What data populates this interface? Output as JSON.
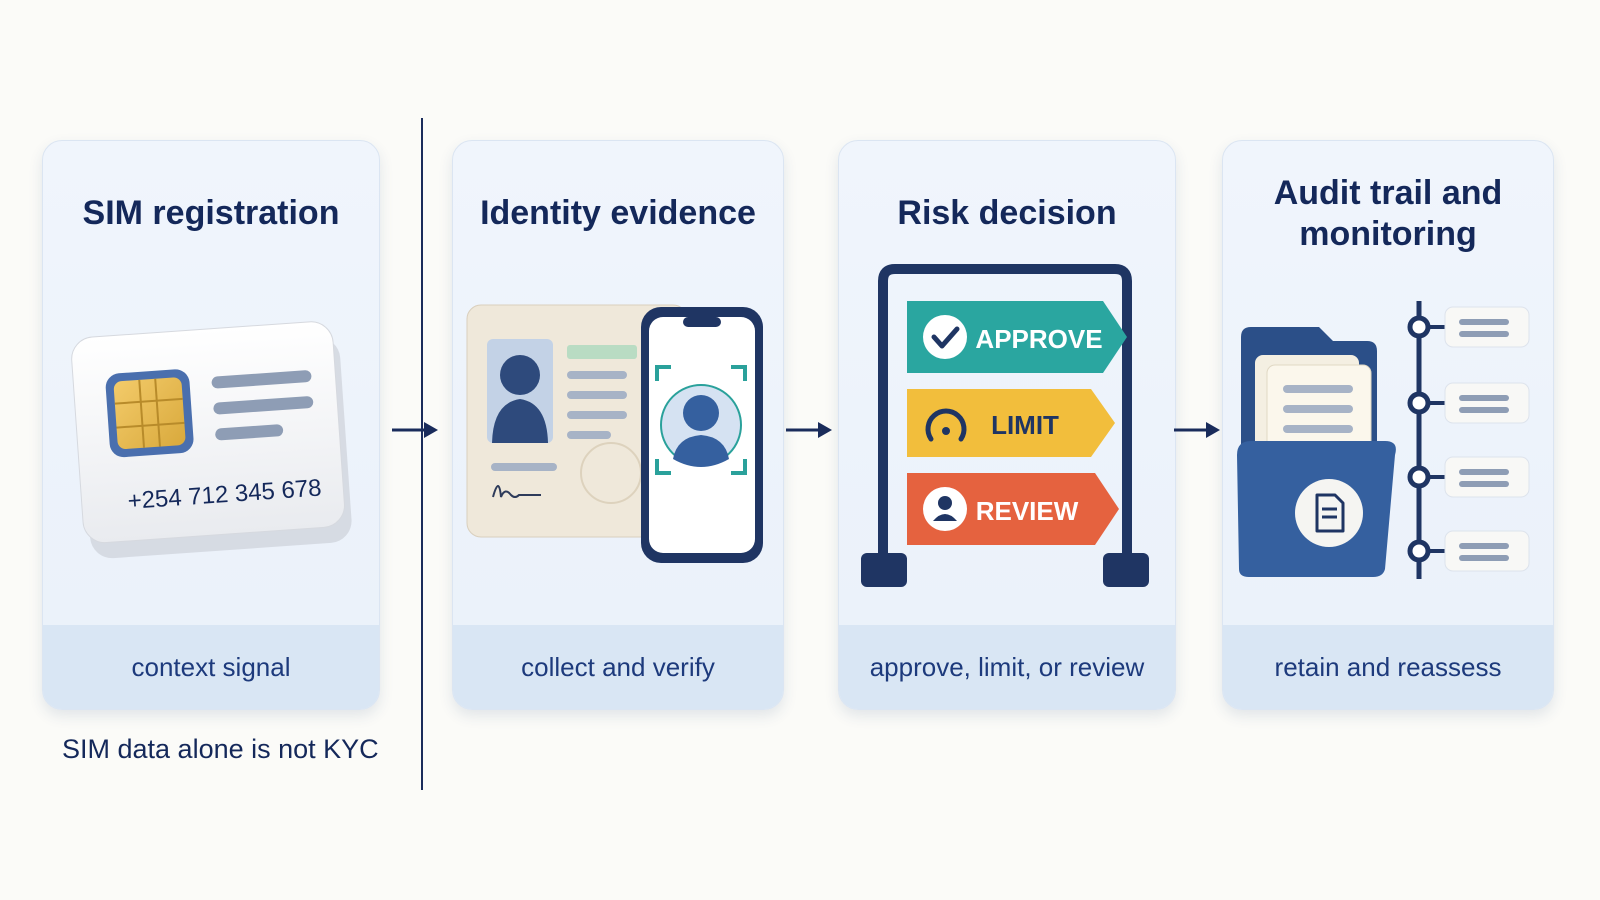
{
  "steps": [
    {
      "title": "SIM registration",
      "footer": "context signal",
      "phone": "+254 712 345 678"
    },
    {
      "title": "Identity evidence",
      "footer": "collect and verify"
    },
    {
      "title": "Risk decision",
      "footer": "approve, limit, or review",
      "options": [
        "APPROVE",
        "LIMIT",
        "REVIEW"
      ]
    },
    {
      "title": "Audit trail and monitoring",
      "footer": "retain and reassess"
    }
  ],
  "note": "SIM data alone is not KYC",
  "colors": {
    "navy": "#14285a",
    "approve": "#2aa6a0",
    "limit": "#f2be3c",
    "review": "#e5623f",
    "folder": "#35609f"
  }
}
